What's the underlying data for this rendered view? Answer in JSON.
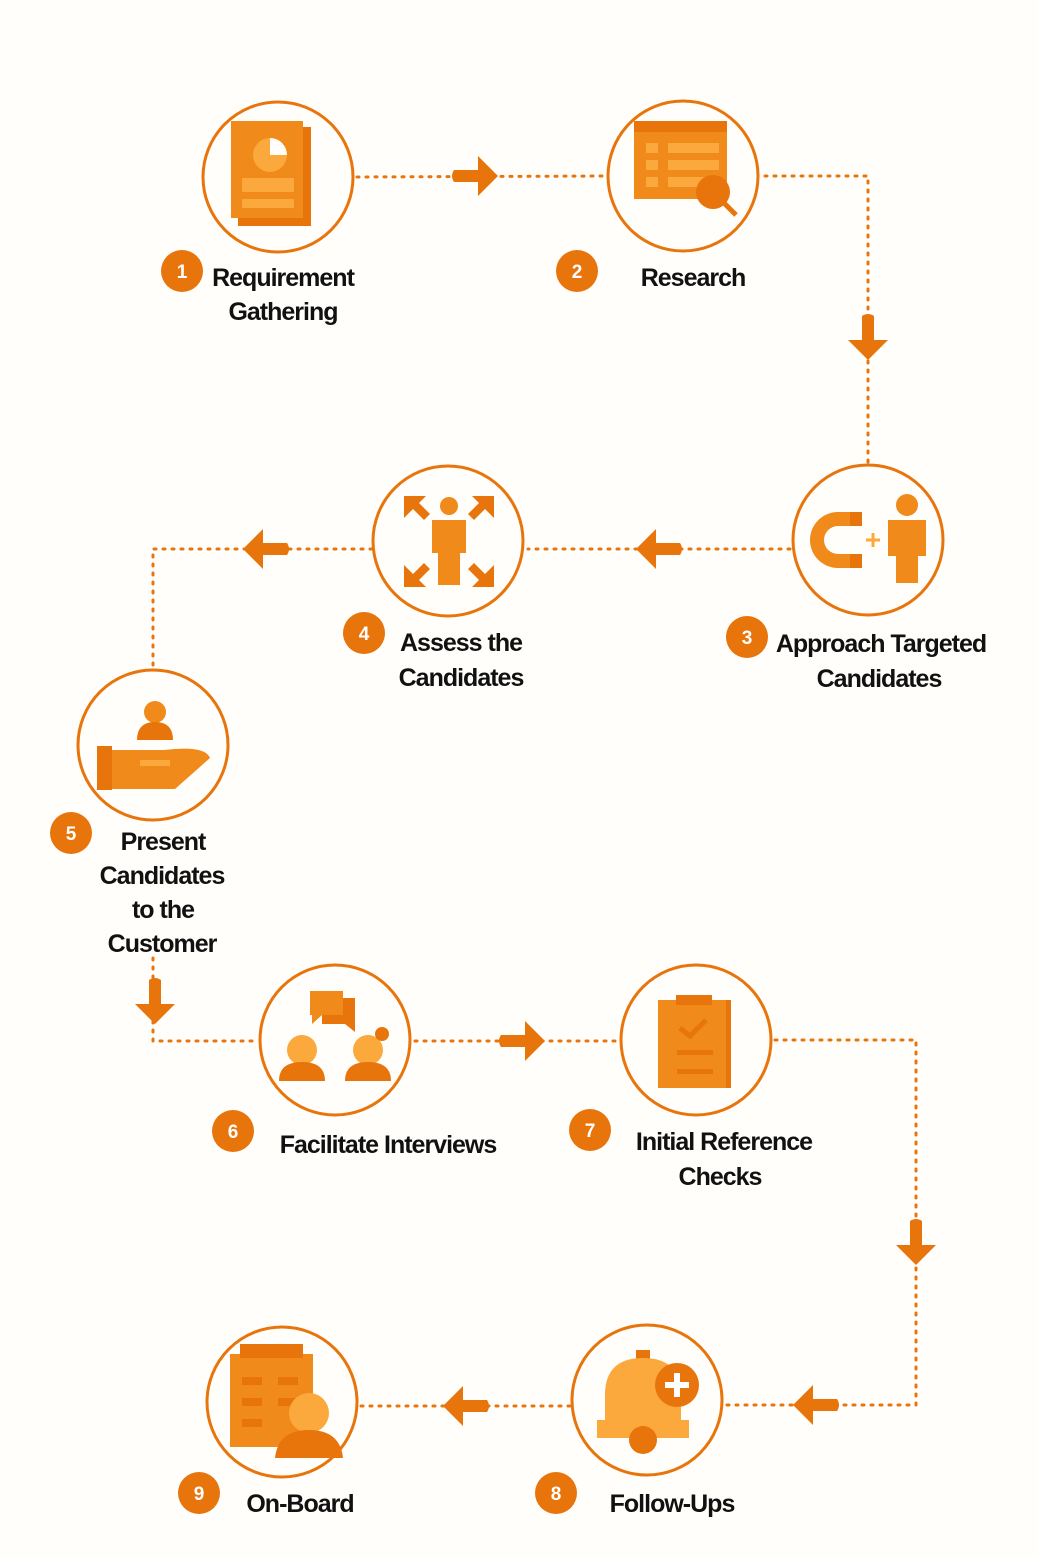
{
  "diagram": {
    "title": "Recruitment Process",
    "accent_color": "#e8740c",
    "steps": [
      {
        "number": "1",
        "lines": [
          "Requirement",
          "Gathering"
        ],
        "icon": "document-chart-icon"
      },
      {
        "number": "2",
        "lines": [
          "Research"
        ],
        "icon": "list-magnifier-icon"
      },
      {
        "number": "3",
        "lines": [
          "Approach Targeted",
          "Candidates"
        ],
        "icon": "magnet-person-icon"
      },
      {
        "number": "4",
        "lines": [
          "Assess the",
          "Candidates"
        ],
        "icon": "person-arrows-icon"
      },
      {
        "number": "5",
        "lines": [
          "Present",
          "Candidates",
          "to the",
          "Customer"
        ],
        "icon": "hand-person-icon"
      },
      {
        "number": "6",
        "lines": [
          "Facilitate Interviews"
        ],
        "icon": "people-chat-icon"
      },
      {
        "number": "7",
        "lines": [
          "Initial Reference",
          "Checks"
        ],
        "icon": "clipboard-check-icon"
      },
      {
        "number": "8",
        "lines": [
          "Follow-Ups"
        ],
        "icon": "bell-plus-icon"
      },
      {
        "number": "9",
        "lines": [
          "On-Board"
        ],
        "icon": "building-person-icon"
      }
    ]
  }
}
